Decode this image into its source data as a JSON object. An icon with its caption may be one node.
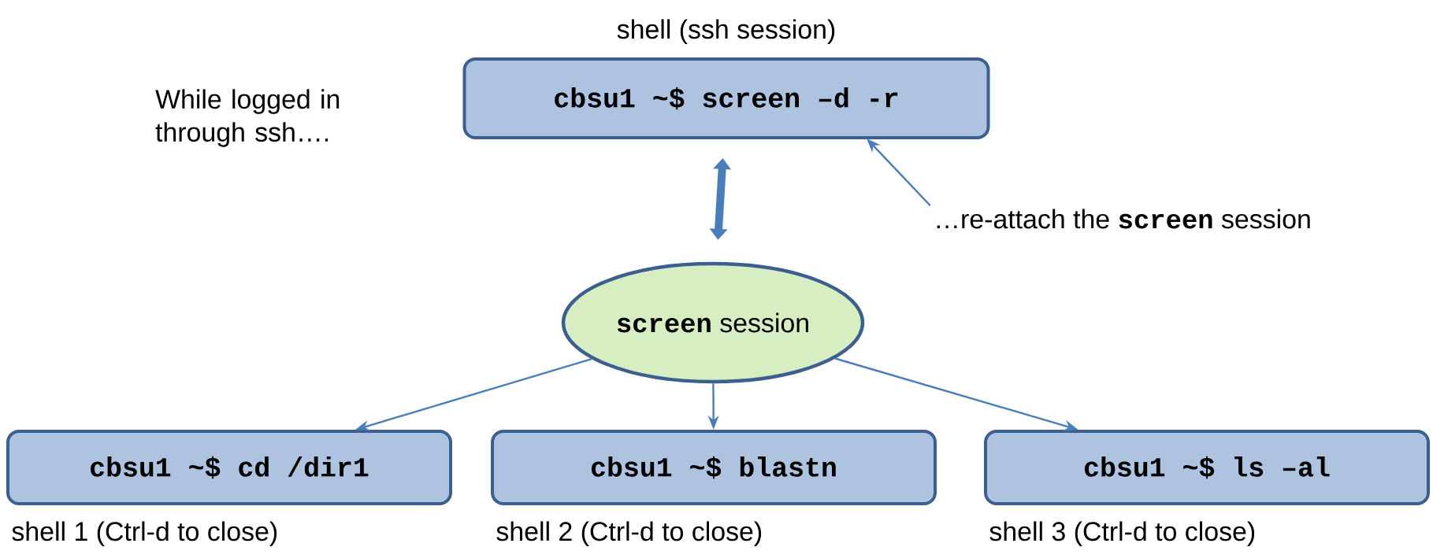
{
  "diagram": {
    "nodes": [
      {
        "text": [
          "shell (ssh session)",
          "cbsu1 ~$ screen –d -r"
        ]
      },
      {
        "text": [
          "…re-attach the **screen** session"
        ]
      },
      {
        "text": [
          "**screen** session"
        ]
      },
      {
        "text": [
          "cbsu1 ~$ cd /dir1"
        ],
        "beside": [
          "shell 1 (Ctrl-d to close)"
        ]
      },
      {
        "text": [
          "cbsu1 ~$ blastn"
        ],
        "beside": [
          "shell 2 (Ctrl-d to close)"
        ]
      },
      {
        "text": [
          "cbsu1 ~$ ls –al"
        ],
        "beside": [
          "shell 3 (Ctrl-d to close)"
        ]
      }
    ],
    "edges": [
      {
        "from": 1,
        "to": 0,
        "arrow": "to"
      },
      {
        "from": 0,
        "to": 2,
        "arrow": "both",
        "style": "thick"
      },
      {
        "from": 2,
        "to": 3,
        "arrow": "to"
      },
      {
        "from": 2,
        "to": 4,
        "arrow": "to"
      },
      {
        "from": 2,
        "to": 5,
        "arrow": "to"
      }
    ],
    "labels": [
      "While logged in through ssh…."
    ]
  }
}
